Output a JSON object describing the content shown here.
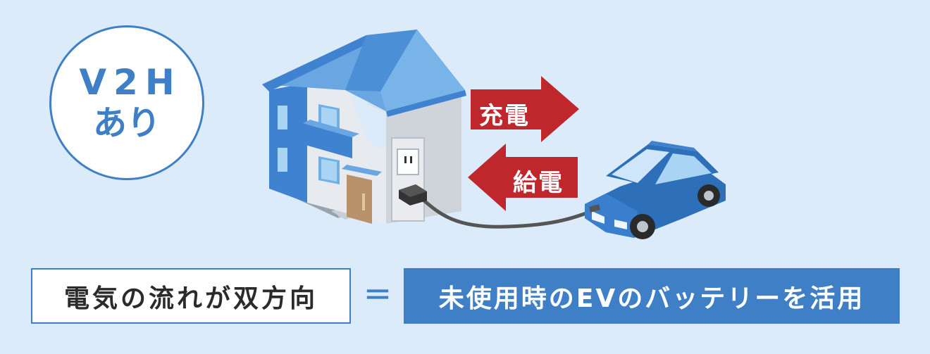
{
  "badge": {
    "line1": "V2H",
    "line2": "あり"
  },
  "arrows": {
    "charge": "充電",
    "supply": "給電"
  },
  "footer": {
    "left": "電気の流れが双方向",
    "equals": "＝",
    "right": "未使用時のEVのバッテリーを活用"
  },
  "colors": {
    "accent": "#3f7fc6",
    "arrow": "#c0272d",
    "background": "#dcebfa"
  },
  "icons": [
    "house-illustration",
    "ev-car-illustration",
    "charging-cable",
    "wall-outlet-icon"
  ]
}
